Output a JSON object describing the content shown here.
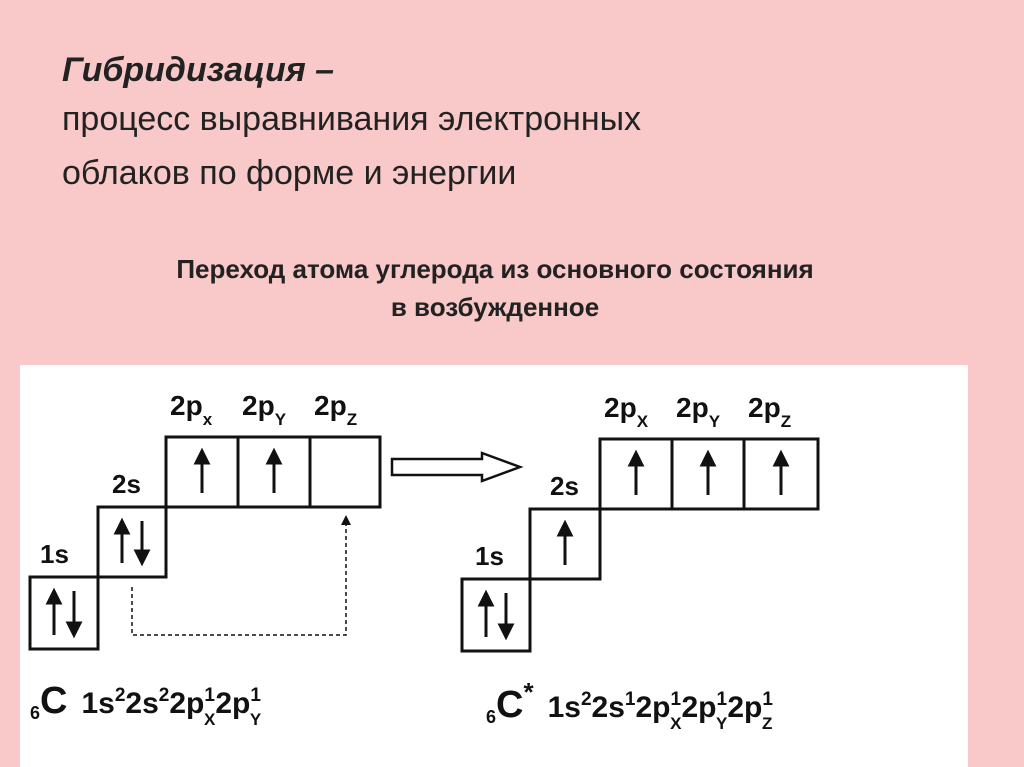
{
  "heading": {
    "term": "Гибридизация –",
    "definition_line1": "процесс выравнивания электронных",
    "definition_line2": "облаков по форме и энергии"
  },
  "subtitle": {
    "line1": "Переход атома углерода из основного состояния",
    "line2": "в возбужденное"
  },
  "ground_state": {
    "orbital_labels": {
      "s1": "1s",
      "s2": "2s",
      "px": "2p",
      "px_sub": "x",
      "py": "2p",
      "py_sub": "Y",
      "pz": "2p",
      "pz_sub": "Z"
    },
    "cells": {
      "s1": "paired",
      "s2": "paired",
      "px": "up",
      "py": "up",
      "pz": "empty"
    },
    "formula": {
      "atomic_number": "6",
      "symbol": "C",
      "base": "1s",
      "sup1": "2",
      "mid": "2s",
      "sup2": "2",
      "p1": "2p",
      "p1_sup": "1",
      "p1_sub": "X",
      "p2": "2p",
      "p2_sup": "1",
      "p2_sub": "Y"
    }
  },
  "excited_state": {
    "orbital_labels": {
      "s1": "1s",
      "s2": "2s",
      "px": "2p",
      "px_sub": "X",
      "py": "2p",
      "py_sub": "Y",
      "pz": "2p",
      "pz_sub": "Z"
    },
    "cells": {
      "s1": "paired",
      "s2": "up",
      "px": "up",
      "py": "up",
      "pz": "up"
    },
    "formula": {
      "atomic_number": "6",
      "symbol": "C",
      "star": "*",
      "base": "1s",
      "sup1": "2",
      "mid": "2s",
      "sup2": "1",
      "p1": "2p",
      "p1_sup": "1",
      "p1_sub": "X",
      "p2": "2p",
      "p2_sup": "1",
      "p2_sub": "Y",
      "p3": "2p",
      "p3_sup": "1",
      "p3_sub": "Z"
    }
  }
}
